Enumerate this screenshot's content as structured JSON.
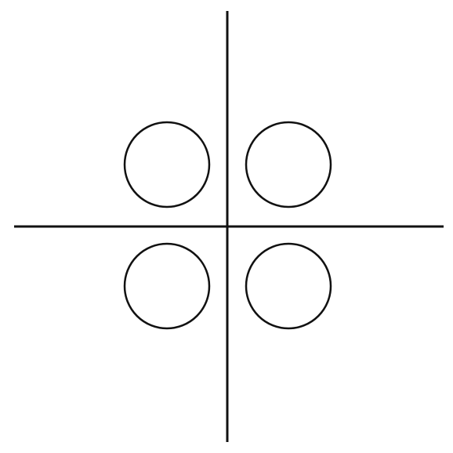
{
  "diagram": {
    "description_visible_text": [],
    "colors": {
      "background": "#ffffff",
      "stroke": "#111111"
    },
    "elements": {
      "axes": [
        "vertical-axis",
        "horizontal-axis"
      ],
      "circles": [
        "top-left",
        "top-right",
        "bottom-left",
        "bottom-right"
      ]
    }
  }
}
